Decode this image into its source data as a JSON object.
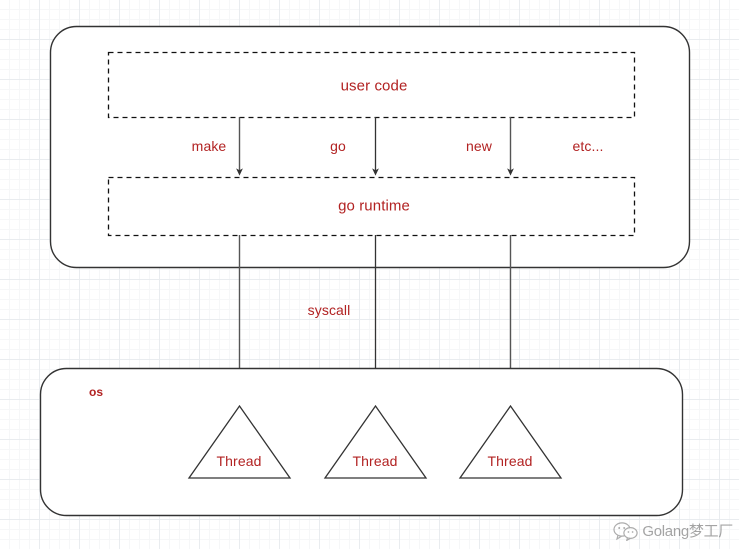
{
  "diagram": {
    "title_boxes": {
      "user_code": "user code",
      "go_runtime": "go runtime",
      "os": "os"
    },
    "operation_labels": [
      {
        "name": "make",
        "text": "make"
      },
      {
        "name": "go",
        "text": "go"
      },
      {
        "name": "new",
        "text": "new"
      },
      {
        "name": "etc",
        "text": "etc..."
      }
    ],
    "syscall_label": "syscall",
    "threads": [
      {
        "name": "thread-1",
        "text": "Thread"
      },
      {
        "name": "thread-2",
        "text": "Thread"
      },
      {
        "name": "thread-3",
        "text": "Thread"
      }
    ],
    "colors": {
      "text_red": "#b22222",
      "stroke_dark": "#333333",
      "stroke_arrow": "#555555",
      "grid_major": "#e9ecef",
      "grid_minor": "#f6f7f8",
      "background": "#ffffff"
    }
  },
  "watermark": {
    "text": "Golang梦工厂",
    "icon": "wechat-icon"
  }
}
